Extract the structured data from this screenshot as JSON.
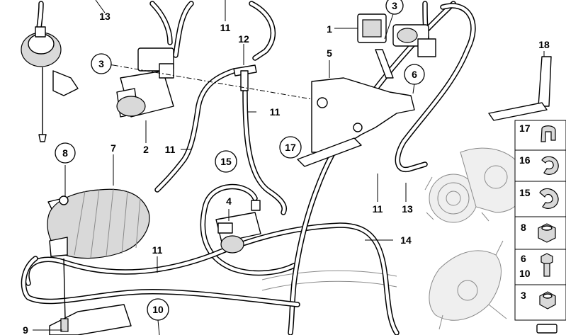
{
  "callouts": {
    "c13a": "13",
    "c11a": "11",
    "c3a": "3",
    "c1": "1",
    "c12": "12",
    "c3b": "3",
    "c5": "5",
    "c6": "6",
    "c18": "18",
    "c11b": "11",
    "c2": "2",
    "c11c": "11",
    "c17": "17",
    "c8": "8",
    "c7": "7",
    "c15": "15",
    "c11d": "11",
    "c13b": "13",
    "c4": "4",
    "c14": "14",
    "c11e": "11",
    "c10": "10",
    "c9": "9"
  },
  "side_panel": {
    "p17": "17",
    "p16": "16",
    "p15": "15",
    "p8": "8",
    "p6": "6",
    "p10": "10",
    "p3": "3"
  }
}
